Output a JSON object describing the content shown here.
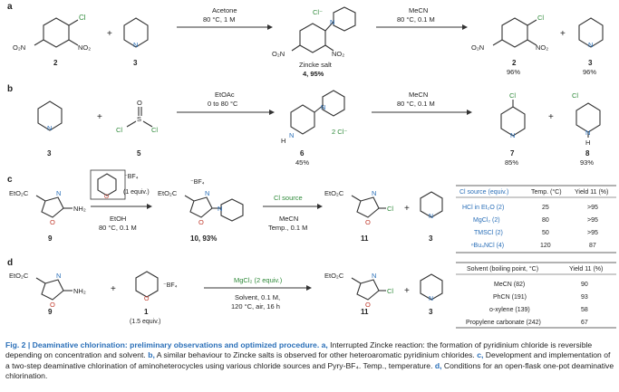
{
  "panels": {
    "a": {
      "label": "a",
      "step1": {
        "reagent": "Acetone",
        "conditions": "80 °C, 1 M"
      },
      "step2": {
        "reagent": "MeCN",
        "conditions": "80 °C, 0.1 M"
      },
      "substituents": {
        "cl": "Cl",
        "no2": "NO₂",
        "o2n": "O₂N",
        "n": "N",
        "clminus": "Cl⁻"
      },
      "reactant1": "2",
      "reactant2": "3",
      "product": {
        "name": "Zincke salt",
        "num": "4, 95%"
      },
      "products": [
        {
          "num": "2",
          "yield": "96%"
        },
        {
          "num": "3",
          "yield": "96%"
        }
      ]
    },
    "b": {
      "label": "b",
      "step1": {
        "reagent": "EtOAc",
        "conditions": "0 to 80 °C"
      },
      "step2": {
        "reagent": "MeCN",
        "conditions": "80 °C, 0.1 M"
      },
      "reactant1": "3",
      "reactant2": "5",
      "atoms": {
        "s": "S",
        "o": "O",
        "cl": "Cl",
        "h": "H",
        "n": "N",
        "twocl": "2 Cl⁻"
      },
      "intermediate": {
        "num": "6",
        "yield": "45%"
      },
      "products": [
        {
          "num": "7",
          "yield": "85%"
        },
        {
          "num": "8",
          "yield": "93%"
        }
      ]
    },
    "c": {
      "label": "c",
      "reactant_num": "9",
      "ester": "EtO₂C",
      "amine": "NH₂",
      "bf4": "⁻BF₄",
      "equiv": "(1 equiv.)",
      "step1": {
        "reagent": "EtOH",
        "conditions": "80 °C, 0.1 M"
      },
      "intermediate": {
        "num": "10, 93%"
      },
      "step2": {
        "reagent": "Cl source",
        "solvent": "MeCN",
        "conditions": "Temp., 0.1 M"
      },
      "products": [
        {
          "num": "11"
        },
        {
          "num": "3"
        }
      ],
      "table": {
        "headers": [
          "Cl source (equiv.)",
          "Temp. (°C)",
          "Yield 11 (%)"
        ],
        "rows": [
          [
            "HCl in Et₂O (2)",
            "25",
            ">95"
          ],
          [
            "MgCl₂ (2)",
            "80",
            ">95"
          ],
          [
            "TMSCl (2)",
            "50",
            ">95"
          ],
          [
            "ⁿBu₄NCl (4)",
            "120",
            "87"
          ]
        ]
      }
    },
    "d": {
      "label": "d",
      "reactant_num": "9",
      "pyry": {
        "num": "1",
        "equiv": "(1.5 equiv.)"
      },
      "conditions": {
        "reagent": "MgCl₂ (2 equiv.)",
        "line1": "Solvent, 0.1 M,",
        "line2": "120 °C, air, 16 h"
      },
      "products": [
        {
          "num": "11"
        },
        {
          "num": "3"
        }
      ],
      "table": {
        "headers": [
          "Solvent (boiling point, °C)",
          "Yield 11 (%)"
        ],
        "rows": [
          [
            "MeCN (82)",
            "90"
          ],
          [
            "PhCN (191)",
            "93"
          ],
          [
            "o-xylene (139)",
            "58"
          ],
          [
            "Propylene carbonate (242)",
            "67"
          ]
        ]
      }
    }
  },
  "caption": {
    "title": "Fig. 2 | Deaminative chlorination: preliminary observations and optimized procedure.",
    "a_label": "a,",
    "a_text": " Interrupted Zincke reaction: the formation of pyridinium chloride is reversible depending on concentration and solvent. ",
    "b_label": "b,",
    "b_text": " A similar behaviour to Zincke salts is observed for other heteroaromatic pyridinium chlorides. ",
    "c_label": "c,",
    "c_text": " Development and implementation of a two-step deaminative chlorination of aminoheterocycles using various chloride sources and Pyry-BF₄. Temp., temperature. ",
    "d_label": "d,",
    "d_text": " Conditions for an open-flask one-pot deaminative chlorination."
  }
}
